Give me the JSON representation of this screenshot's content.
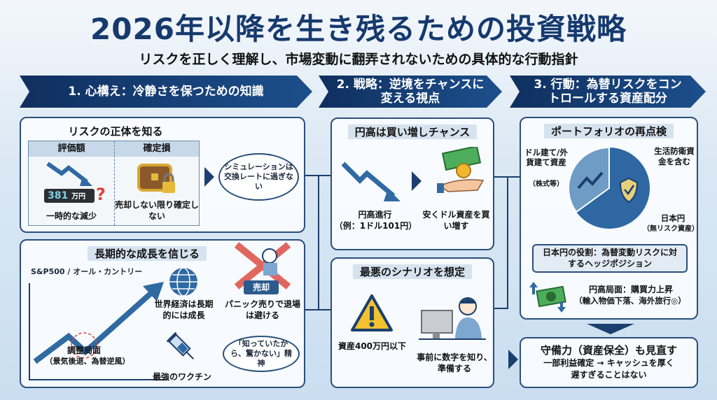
{
  "title": "2026年以降を生き残るための投資戦略",
  "subtitle": "リスクを正しく理解し、市場変動に翻弄されないための具体的な行動指針",
  "sections": [
    {
      "label": "1. 心構え：冷静さを保つための知識"
    },
    {
      "label": "2. 戦略：逆境をチャンスに変える視点"
    },
    {
      "label": "3. 行動：為替リスクをコントロールする資産配分"
    }
  ],
  "risk": {
    "heading": "リスクの正体を知る",
    "col1": "評価額",
    "col2": "確定損",
    "display_value": "381",
    "display_unit": "万円",
    "col1_caption": "一時的な減少",
    "col2_caption": "売却しない限り確定しない",
    "thought": "シミュレーションは交換レートに過ぎない"
  },
  "growth": {
    "heading": "長期的な成長を信じる",
    "chart_label": "S&P500 / オール・カントリー",
    "dip_label": "調整局面",
    "dip_sub": "（景気後退、為替逆風）",
    "globe_caption": "世界経済は長期的には成長",
    "sell_badge": "売却",
    "panic_caption": "パニック売りで退場は避ける",
    "vaccine_caption": "最強のワクチン",
    "thought": "「知っていたから、驚かない」精神"
  },
  "chance": {
    "heading": "円高は買い増しチャンス",
    "left_caption": "円高進行",
    "left_sub": "（例：1ドル101円）",
    "right_caption": "安くドル資産を買い増す"
  },
  "worst": {
    "heading": "最悪のシナリオを想定",
    "left_caption": "資産400万円以下",
    "right_caption": "事前に数字を知り、準備する"
  },
  "portfolio": {
    "heading": "ポートフォリオの再点検",
    "left_label": "ドル建て/外貨建て資産",
    "left_sub": "（株式等）",
    "right_top": "生活防衛資金を含む",
    "right_bottom": "日本円",
    "right_bottom_sub": "（無リスク資産）",
    "role": "日本円の役割：為替変動リスクに対するヘッジポジション",
    "yen_high": "円高局面：購買力上昇",
    "yen_high_sub": "（輸入物価下落、海外旅行◎）",
    "pie_foreign_fraction": 0.35
  },
  "defense": {
    "heading": "守備力（資産保全）も見直す",
    "line1": "一部利益確定 → キャッシュを厚く",
    "line2": "遅すぎることはない"
  },
  "colors": {
    "navy": "#163a6e",
    "accent_red": "#e0403a",
    "pie_light": "#6f9cc4",
    "pie_dark": "#2e67a2"
  }
}
